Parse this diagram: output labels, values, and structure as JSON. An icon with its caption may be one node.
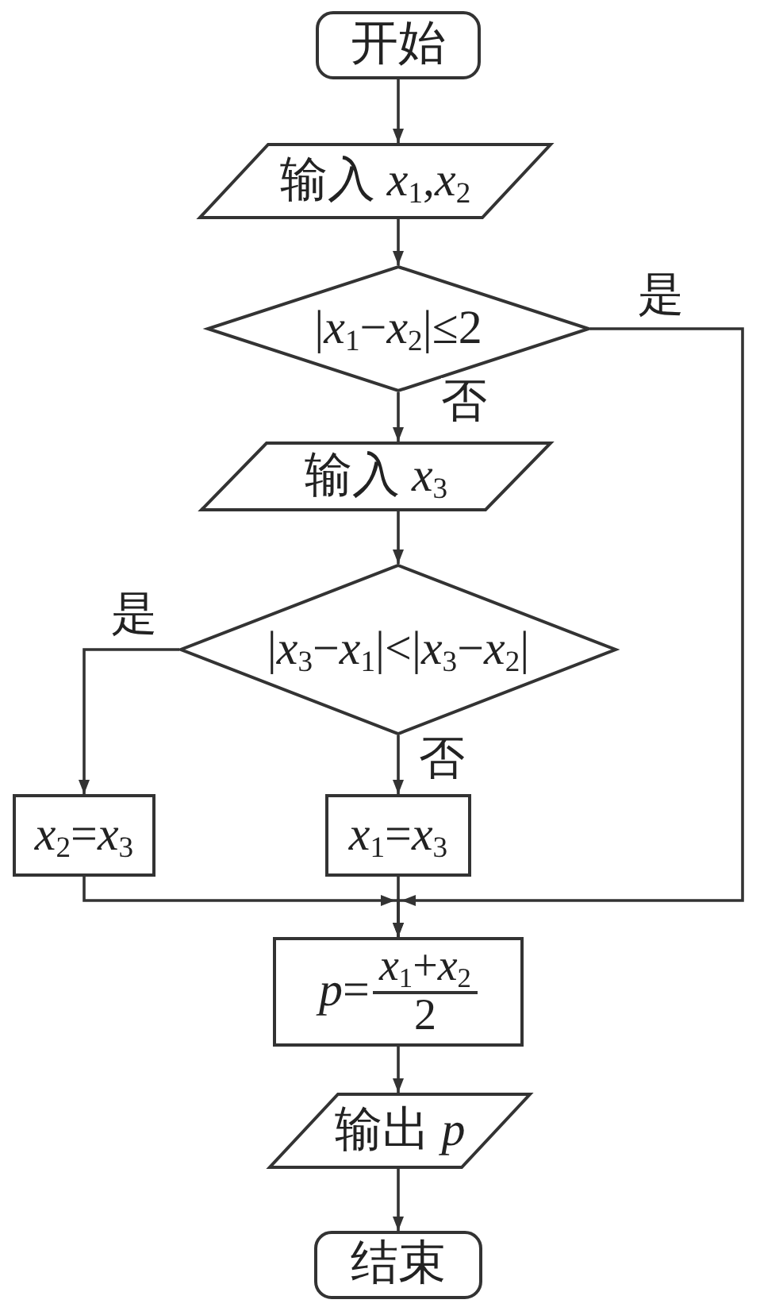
{
  "diagram": {
    "nodes": [
      {
        "text": [
          "开始"
        ]
      },
      {
        "text": [
          "输入 *x*$_{1}$,*x*$_{2}$"
        ]
      },
      {
        "text": [
          "|*x*$_{1}$−*x*$_{2}$|≤2"
        ]
      },
      {
        "text": [
          "输入 *x*$_{3}$"
        ]
      },
      {
        "text": [
          "|*x*$_{3}$−*x*$_{1}$|<|*x*$_{3}$−*x*$_{2}$|"
        ]
      },
      {
        "text": [
          "*x*$_{2}$=*x*$_{3}$"
        ]
      },
      {
        "text": [
          "*x*$_{1}$=*x*$_{3}$"
        ]
      },
      {
        "text": [
          "*p*=",
          "*x*$_{1}$+*x*$_{2}$",
          "2"
        ]
      },
      {
        "text": [
          "输出 *p*"
        ]
      },
      {
        "text": [
          "结束"
        ]
      }
    ],
    "edges": [
      {
        "from": 0,
        "to": 1,
        "arrow": "to"
      },
      {
        "from": 1,
        "to": 2,
        "arrow": "to"
      },
      {
        "from": 2,
        "to": 3,
        "arrow": "to",
        "label": "否"
      },
      {
        "from": 2,
        "to": 7,
        "arrow": "to",
        "label": "是"
      },
      {
        "from": 3,
        "to": 4,
        "arrow": "to"
      },
      {
        "from": 4,
        "to": 5,
        "arrow": "to",
        "label": "是"
      },
      {
        "from": 4,
        "to": 6,
        "arrow": "to",
        "label": "否"
      },
      {
        "from": 5,
        "to": 7,
        "arrow": "to"
      },
      {
        "from": 6,
        "to": 7,
        "arrow": "to"
      },
      {
        "from": 7,
        "to": 8,
        "arrow": "to"
      },
      {
        "from": 8,
        "to": 9,
        "arrow": "to"
      }
    ]
  }
}
